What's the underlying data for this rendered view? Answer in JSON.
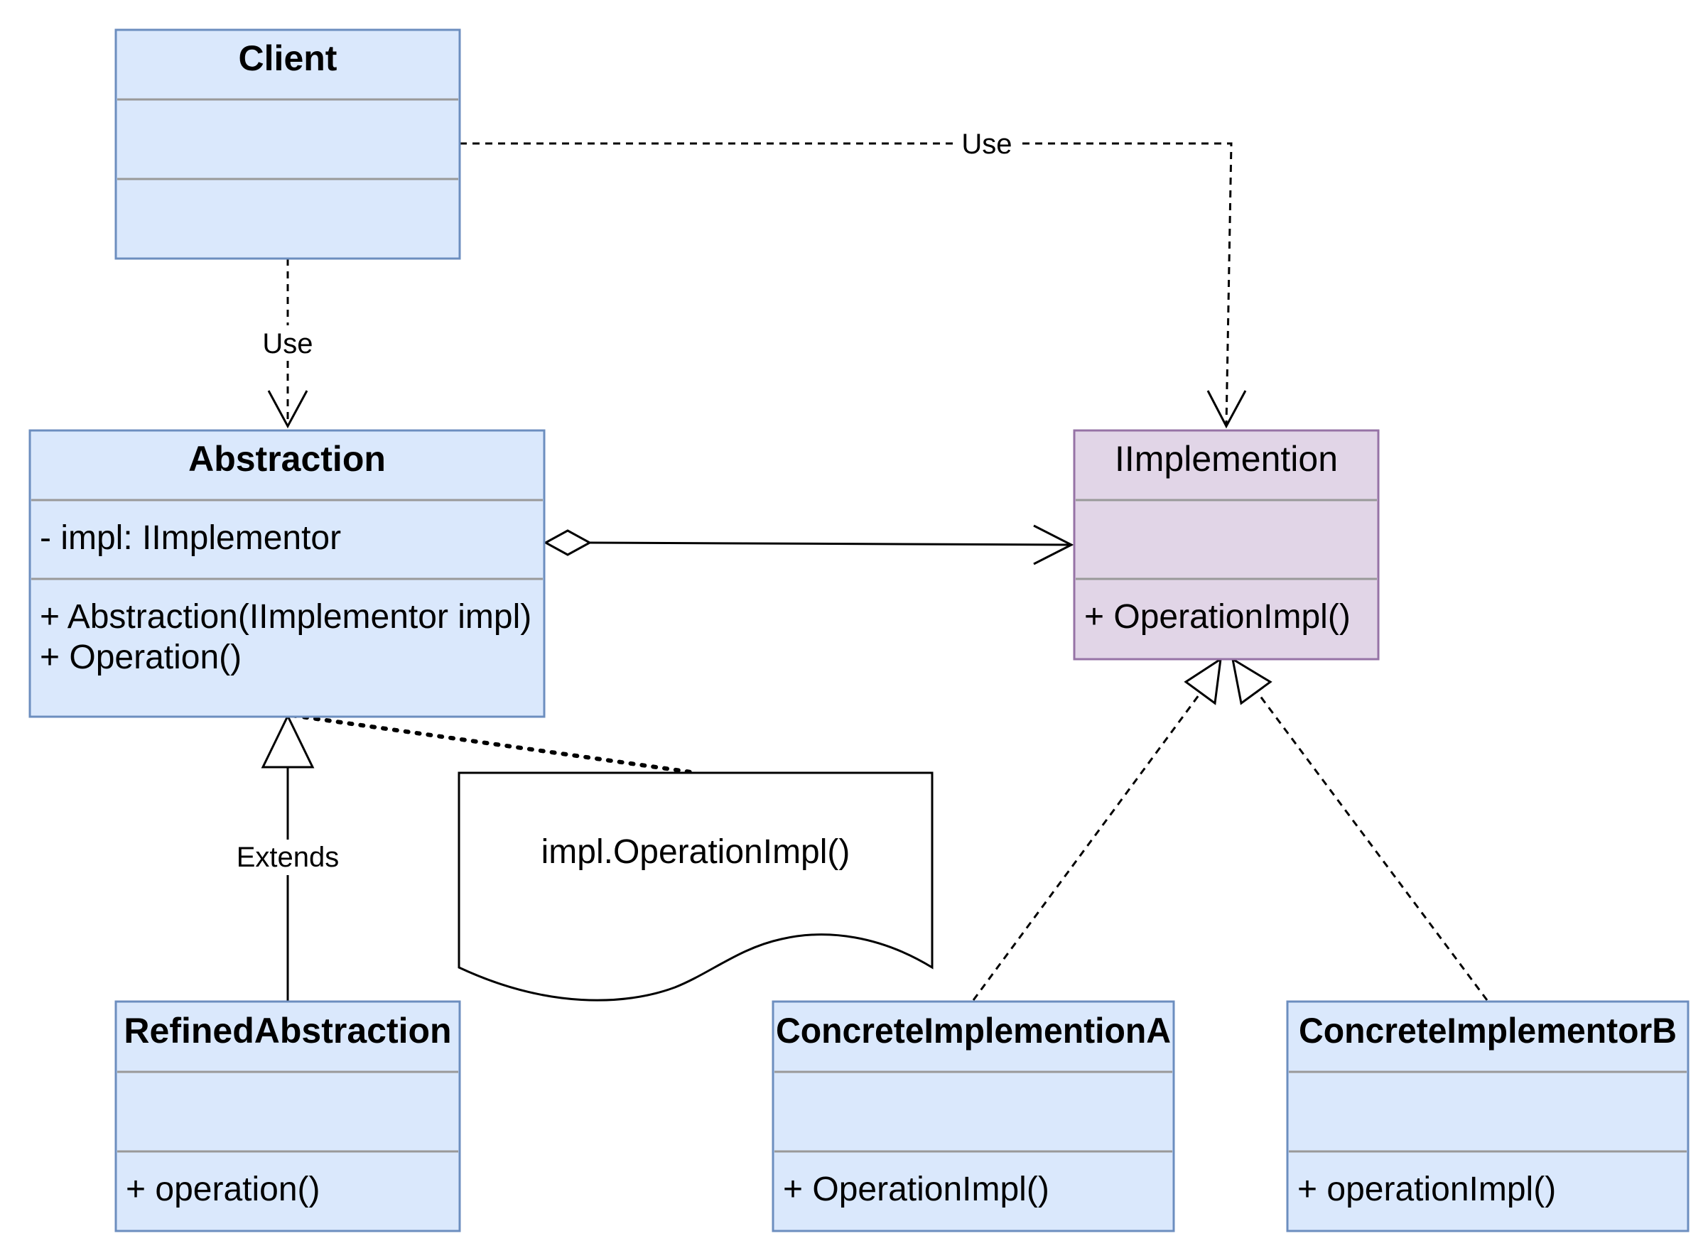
{
  "diagram": {
    "colors": {
      "class_fill": "#dae8fc",
      "class_stroke": "#6c8ebf",
      "interface_fill": "#e1d5e7",
      "interface_stroke": "#9673a6",
      "divider": "#999999",
      "line": "#000000"
    },
    "classes": {
      "client": {
        "name": "Client",
        "attributes": [],
        "methods": []
      },
      "abstraction": {
        "name": "Abstraction",
        "attributes": [
          "- impl: IImplementor"
        ],
        "methods": [
          "+ Abstraction(IImplementor impl)",
          "+ Operation()"
        ]
      },
      "implementor": {
        "name": "IImplemention",
        "attributes": [],
        "methods": [
          "+ OperationImpl()"
        ]
      },
      "refined": {
        "name": "RefinedAbstraction",
        "attributes": [],
        "methods": [
          "+ operation()"
        ]
      },
      "concrete_a": {
        "name": "ConcreteImplementionA",
        "attributes": [],
        "methods": [
          "+ OperationImpl()"
        ]
      },
      "concrete_b": {
        "name": "ConcreteImplementorB",
        "attributes": [],
        "methods": [
          "+ operationImpl()"
        ]
      }
    },
    "edges": {
      "client_to_abstraction": "Use",
      "client_to_implementor": "Use",
      "refined_extends": "Extends"
    },
    "note": {
      "text": "impl.OperationImpl()"
    }
  }
}
